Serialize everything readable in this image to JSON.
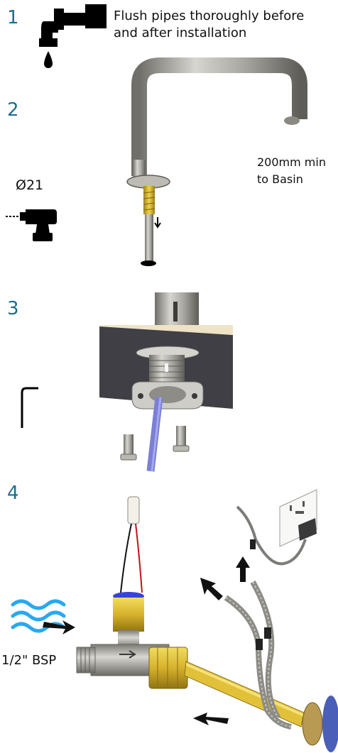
{
  "steps": [
    {
      "number": "1",
      "text_line1": "Flush pipes thoroughly before",
      "text_line2": "and after installation"
    },
    {
      "number": "2",
      "drill_size": "Ø21",
      "clearance_line1": "200mm min",
      "clearance_line2": "to Basin"
    },
    {
      "number": "3"
    },
    {
      "number": "4",
      "thread_label": "1/2\" BSP"
    }
  ],
  "colors": {
    "step_number": "#1c6e8c",
    "water_waves": "#29a8f0",
    "brass": "#e8c23a",
    "hose": "#7b7fd6"
  },
  "icons": [
    "tap-flush-icon",
    "drill-icon",
    "allen-key-icon",
    "water-waves-icon"
  ]
}
